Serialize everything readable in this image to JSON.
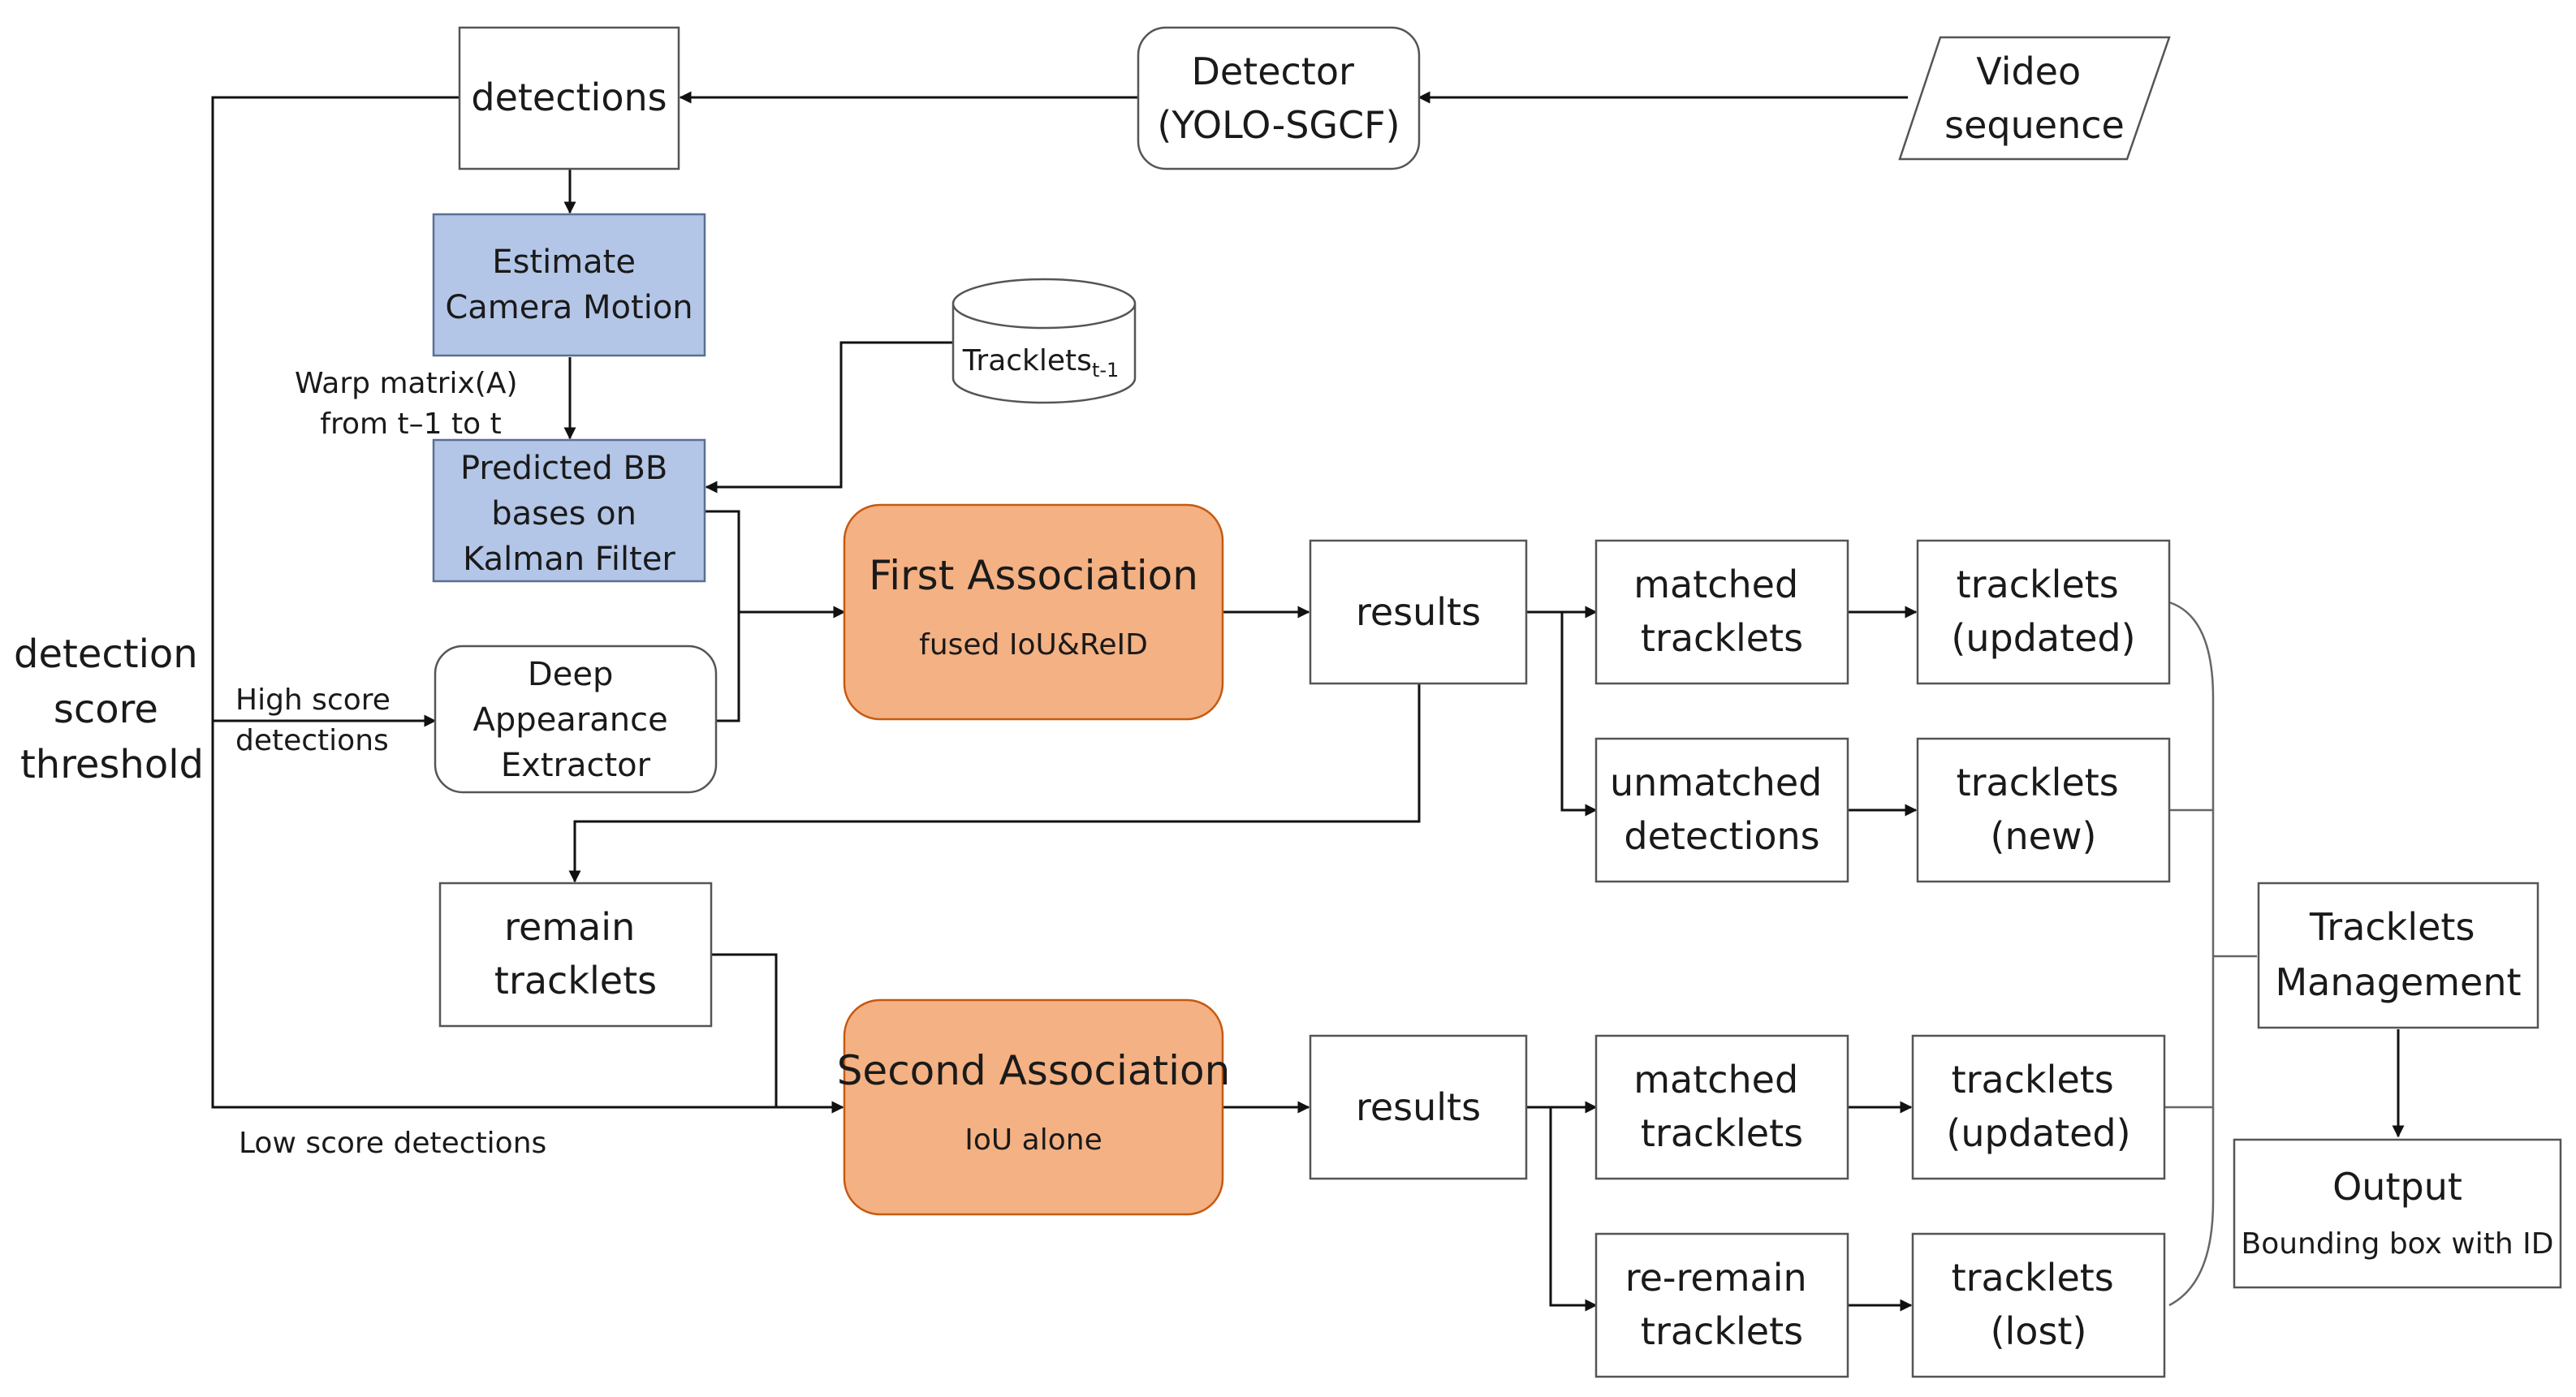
{
  "colors": {
    "stroke": "#555555",
    "blue_fill": "#b4c6e7",
    "blue_stroke": "#5a6f94",
    "orange_fill": "#f4b183",
    "orange_stroke": "#c55a11",
    "white_fill": "#ffffff"
  },
  "nodes": {
    "detections": {
      "lines": [
        "detections"
      ]
    },
    "detector": {
      "lines": [
        "Detector",
        "(YOLO-SGCF)"
      ]
    },
    "video": {
      "lines": [
        "Video",
        "sequence"
      ]
    },
    "camera": {
      "lines": [
        "Estimate",
        "Camera Motion"
      ]
    },
    "tracklets_db": {
      "label": "Tracklets",
      "sub": "t-1"
    },
    "kalman": {
      "lines": [
        "Predicted BB",
        "bases on",
        "Kalman Filter"
      ]
    },
    "appearance": {
      "lines": [
        "Deep",
        "Appearance",
        "Extractor"
      ]
    },
    "first_assoc": {
      "title": "First Association",
      "subtitle": "fused IoU&ReID"
    },
    "second_assoc": {
      "title": "Second Association",
      "subtitle": "IoU alone"
    },
    "results1": {
      "lines": [
        "results"
      ]
    },
    "results2": {
      "lines": [
        "results"
      ]
    },
    "matched1": {
      "lines": [
        "matched",
        "tracklets"
      ]
    },
    "unmatched": {
      "lines": [
        "unmatched",
        "detections"
      ]
    },
    "updated1": {
      "lines": [
        "tracklets",
        "(updated)"
      ]
    },
    "new": {
      "lines": [
        "tracklets",
        "(new)"
      ]
    },
    "remain": {
      "lines": [
        "remain",
        "tracklets"
      ]
    },
    "matched2": {
      "lines": [
        "matched",
        "tracklets"
      ]
    },
    "reremain": {
      "lines": [
        "re-remain",
        "tracklets"
      ]
    },
    "updated2": {
      "lines": [
        "tracklets",
        "(updated)"
      ]
    },
    "lost": {
      "lines": [
        "tracklets",
        "(lost)"
      ]
    },
    "management": {
      "lines": [
        "Tracklets",
        "Management"
      ]
    },
    "output": {
      "title": "Output",
      "subtitle": "Bounding box with ID"
    }
  },
  "labels": {
    "threshold": [
      "detection",
      "score",
      "threshold"
    ],
    "high_score": [
      "High score",
      "detections"
    ],
    "low_score": "Low score detections",
    "warp": [
      "Warp matrix(A)",
      "from t–1 to t"
    ]
  }
}
